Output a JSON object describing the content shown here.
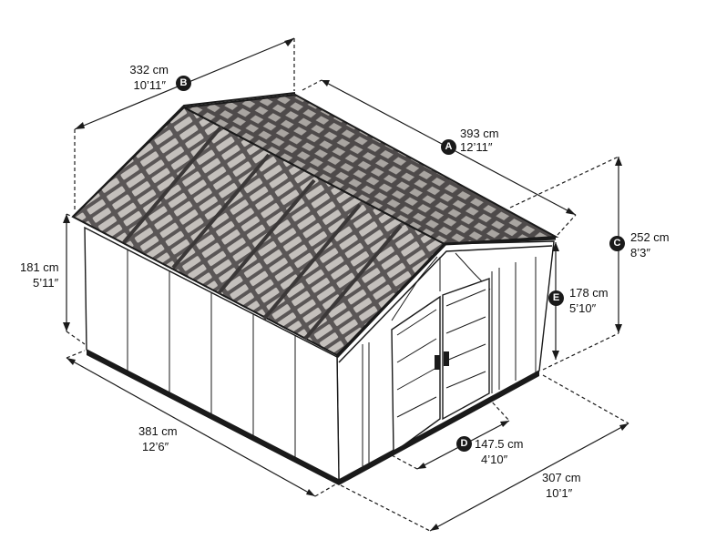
{
  "dimensions": {
    "A": {
      "badge": "A",
      "metric": "393 cm",
      "imperial": "12’11″"
    },
    "B": {
      "badge": "B",
      "metric": "332 cm",
      "imperial": "10’11″"
    },
    "C": {
      "badge": "C",
      "metric": "252 cm",
      "imperial": "8’3″"
    },
    "D": {
      "badge": "D",
      "metric": "147.5 cm",
      "imperial": "4’10″"
    },
    "E": {
      "badge": "E",
      "metric": "178  cm",
      "imperial": "5’10″"
    },
    "wall_height": {
      "metric": "181  cm",
      "imperial": "5’11″"
    },
    "side_length": {
      "metric": "381 cm",
      "imperial": "12’6″"
    },
    "front_width": {
      "metric": "307 cm",
      "imperial": "10’1″"
    }
  },
  "colors": {
    "line": "#1a1a1a",
    "roof": "#5a5656",
    "tile": "#c4c0bc",
    "wall": "#ffffff"
  }
}
